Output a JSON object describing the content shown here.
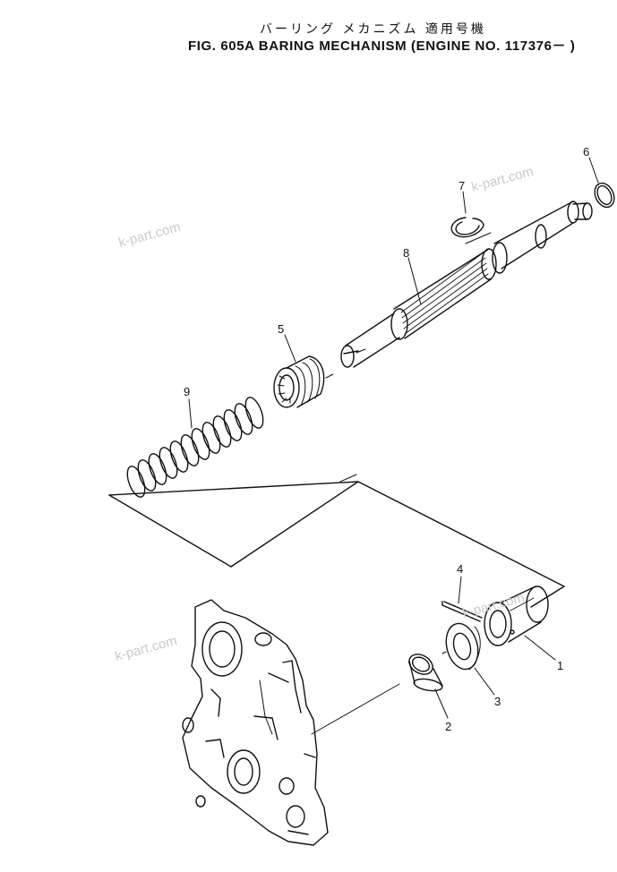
{
  "header": {
    "title_jp": "バーリング メカニズム  適用号機",
    "title_en": "FIG. 605A   BARING MECHANISM (ENGINE NO. 117376－ )"
  },
  "callouts": [
    "1",
    "2",
    "3",
    "4",
    "5",
    "6",
    "7",
    "8",
    "9"
  ],
  "watermarks": [
    "k-part.com",
    "k-part.com",
    "k-part.com",
    "k-part.com"
  ]
}
